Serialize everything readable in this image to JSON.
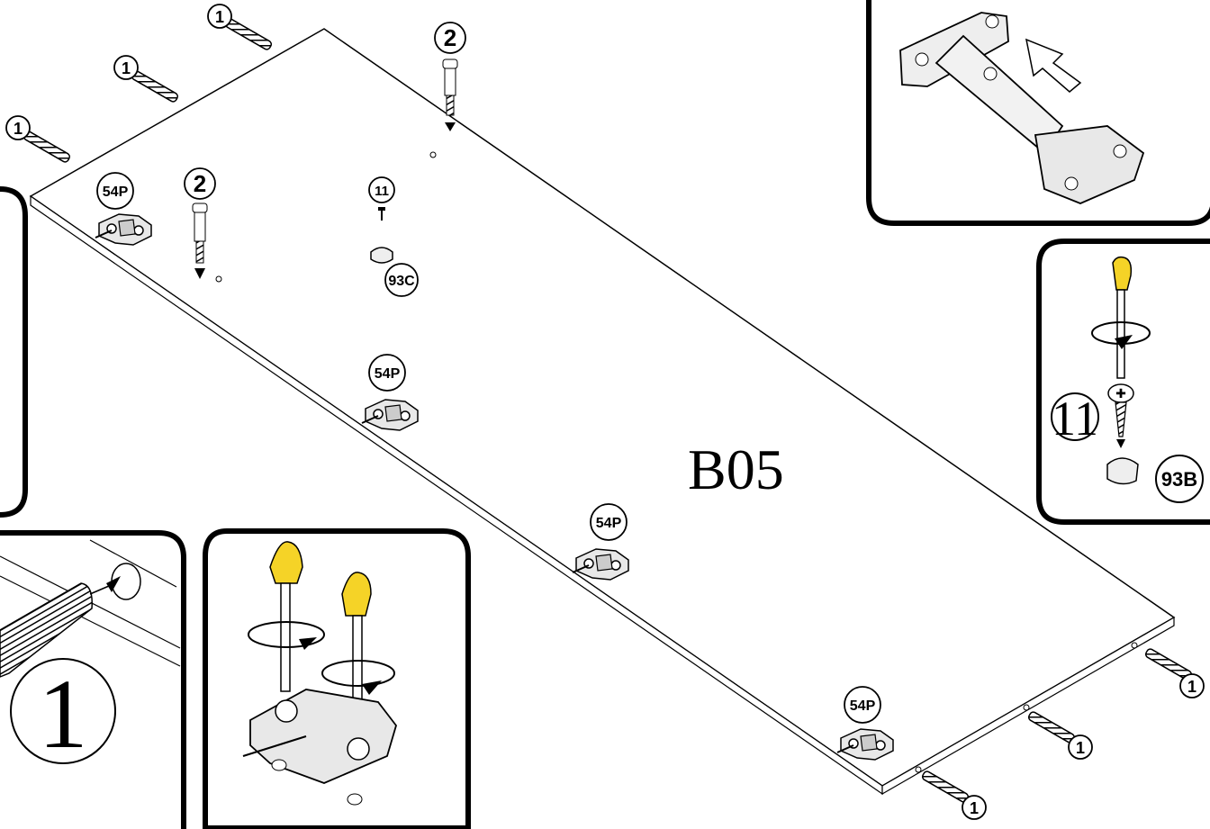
{
  "panel": {
    "label": "B05"
  },
  "parts": {
    "dowel": "1",
    "cam_pin": "2",
    "hinge_plate": "54P",
    "screw": "11",
    "cover_cap_c": "93C",
    "cover_cap_b": "93B"
  },
  "insets": {
    "dowel_label": "1",
    "screw_label": "11",
    "cap_label": "93B"
  },
  "colors": {
    "handle": "#f5d327",
    "line": "#000000",
    "plate": "#e8e8e8"
  }
}
